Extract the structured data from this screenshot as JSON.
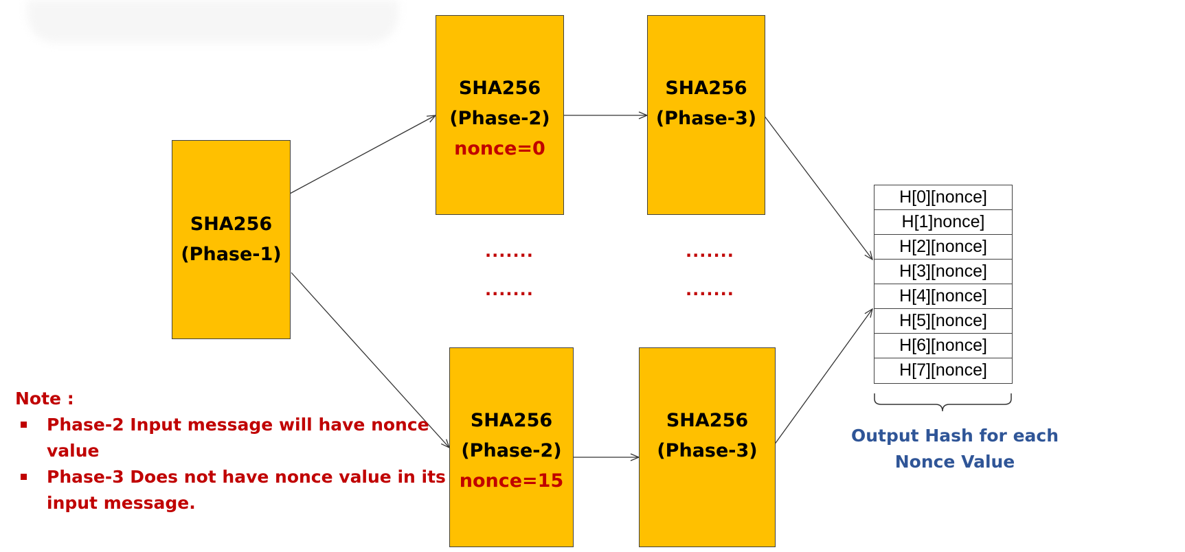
{
  "diagram": {
    "phase1": {
      "title": "SHA256",
      "phase": "(Phase-1)"
    },
    "top_row": {
      "phase2": {
        "title": "SHA256",
        "phase": "(Phase-2)",
        "nonce": "nonce=0"
      },
      "phase3": {
        "title": "SHA256",
        "phase": "(Phase-3)"
      }
    },
    "bottom_row": {
      "phase2": {
        "title": "SHA256",
        "phase": "(Phase-2)",
        "nonce": "nonce=15"
      },
      "phase3": {
        "title": "SHA256",
        "phase": "(Phase-3)"
      }
    },
    "ellipsis": ".......",
    "hash_outputs": [
      "H[0][nonce]",
      "H[1]nonce]",
      "H[2][nonce]",
      "H[3][nonce]",
      "H[4][nonce]",
      "H[5][nonce]",
      "H[6][nonce]",
      "H[7][nonce]"
    ],
    "output_caption": [
      "Output Hash for each",
      "Nonce Value"
    ],
    "note": {
      "heading": "Note :",
      "items": [
        "Phase-2 Input message will have nonce value",
        "Phase-3 Does not have nonce value in its input message."
      ]
    }
  },
  "colors": {
    "box_fill": "#ffc000",
    "box_border": "#404040",
    "nonce_text": "#c00000",
    "note_text": "#c00000",
    "caption_text": "#2f5597"
  }
}
